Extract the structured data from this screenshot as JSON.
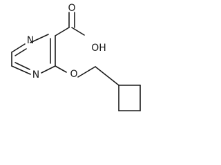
{
  "molecule": {
    "atoms": {
      "n1": "N",
      "n4": "N",
      "o_carbonyl": "O",
      "oh": "OH",
      "o_ether": "O"
    }
  }
}
